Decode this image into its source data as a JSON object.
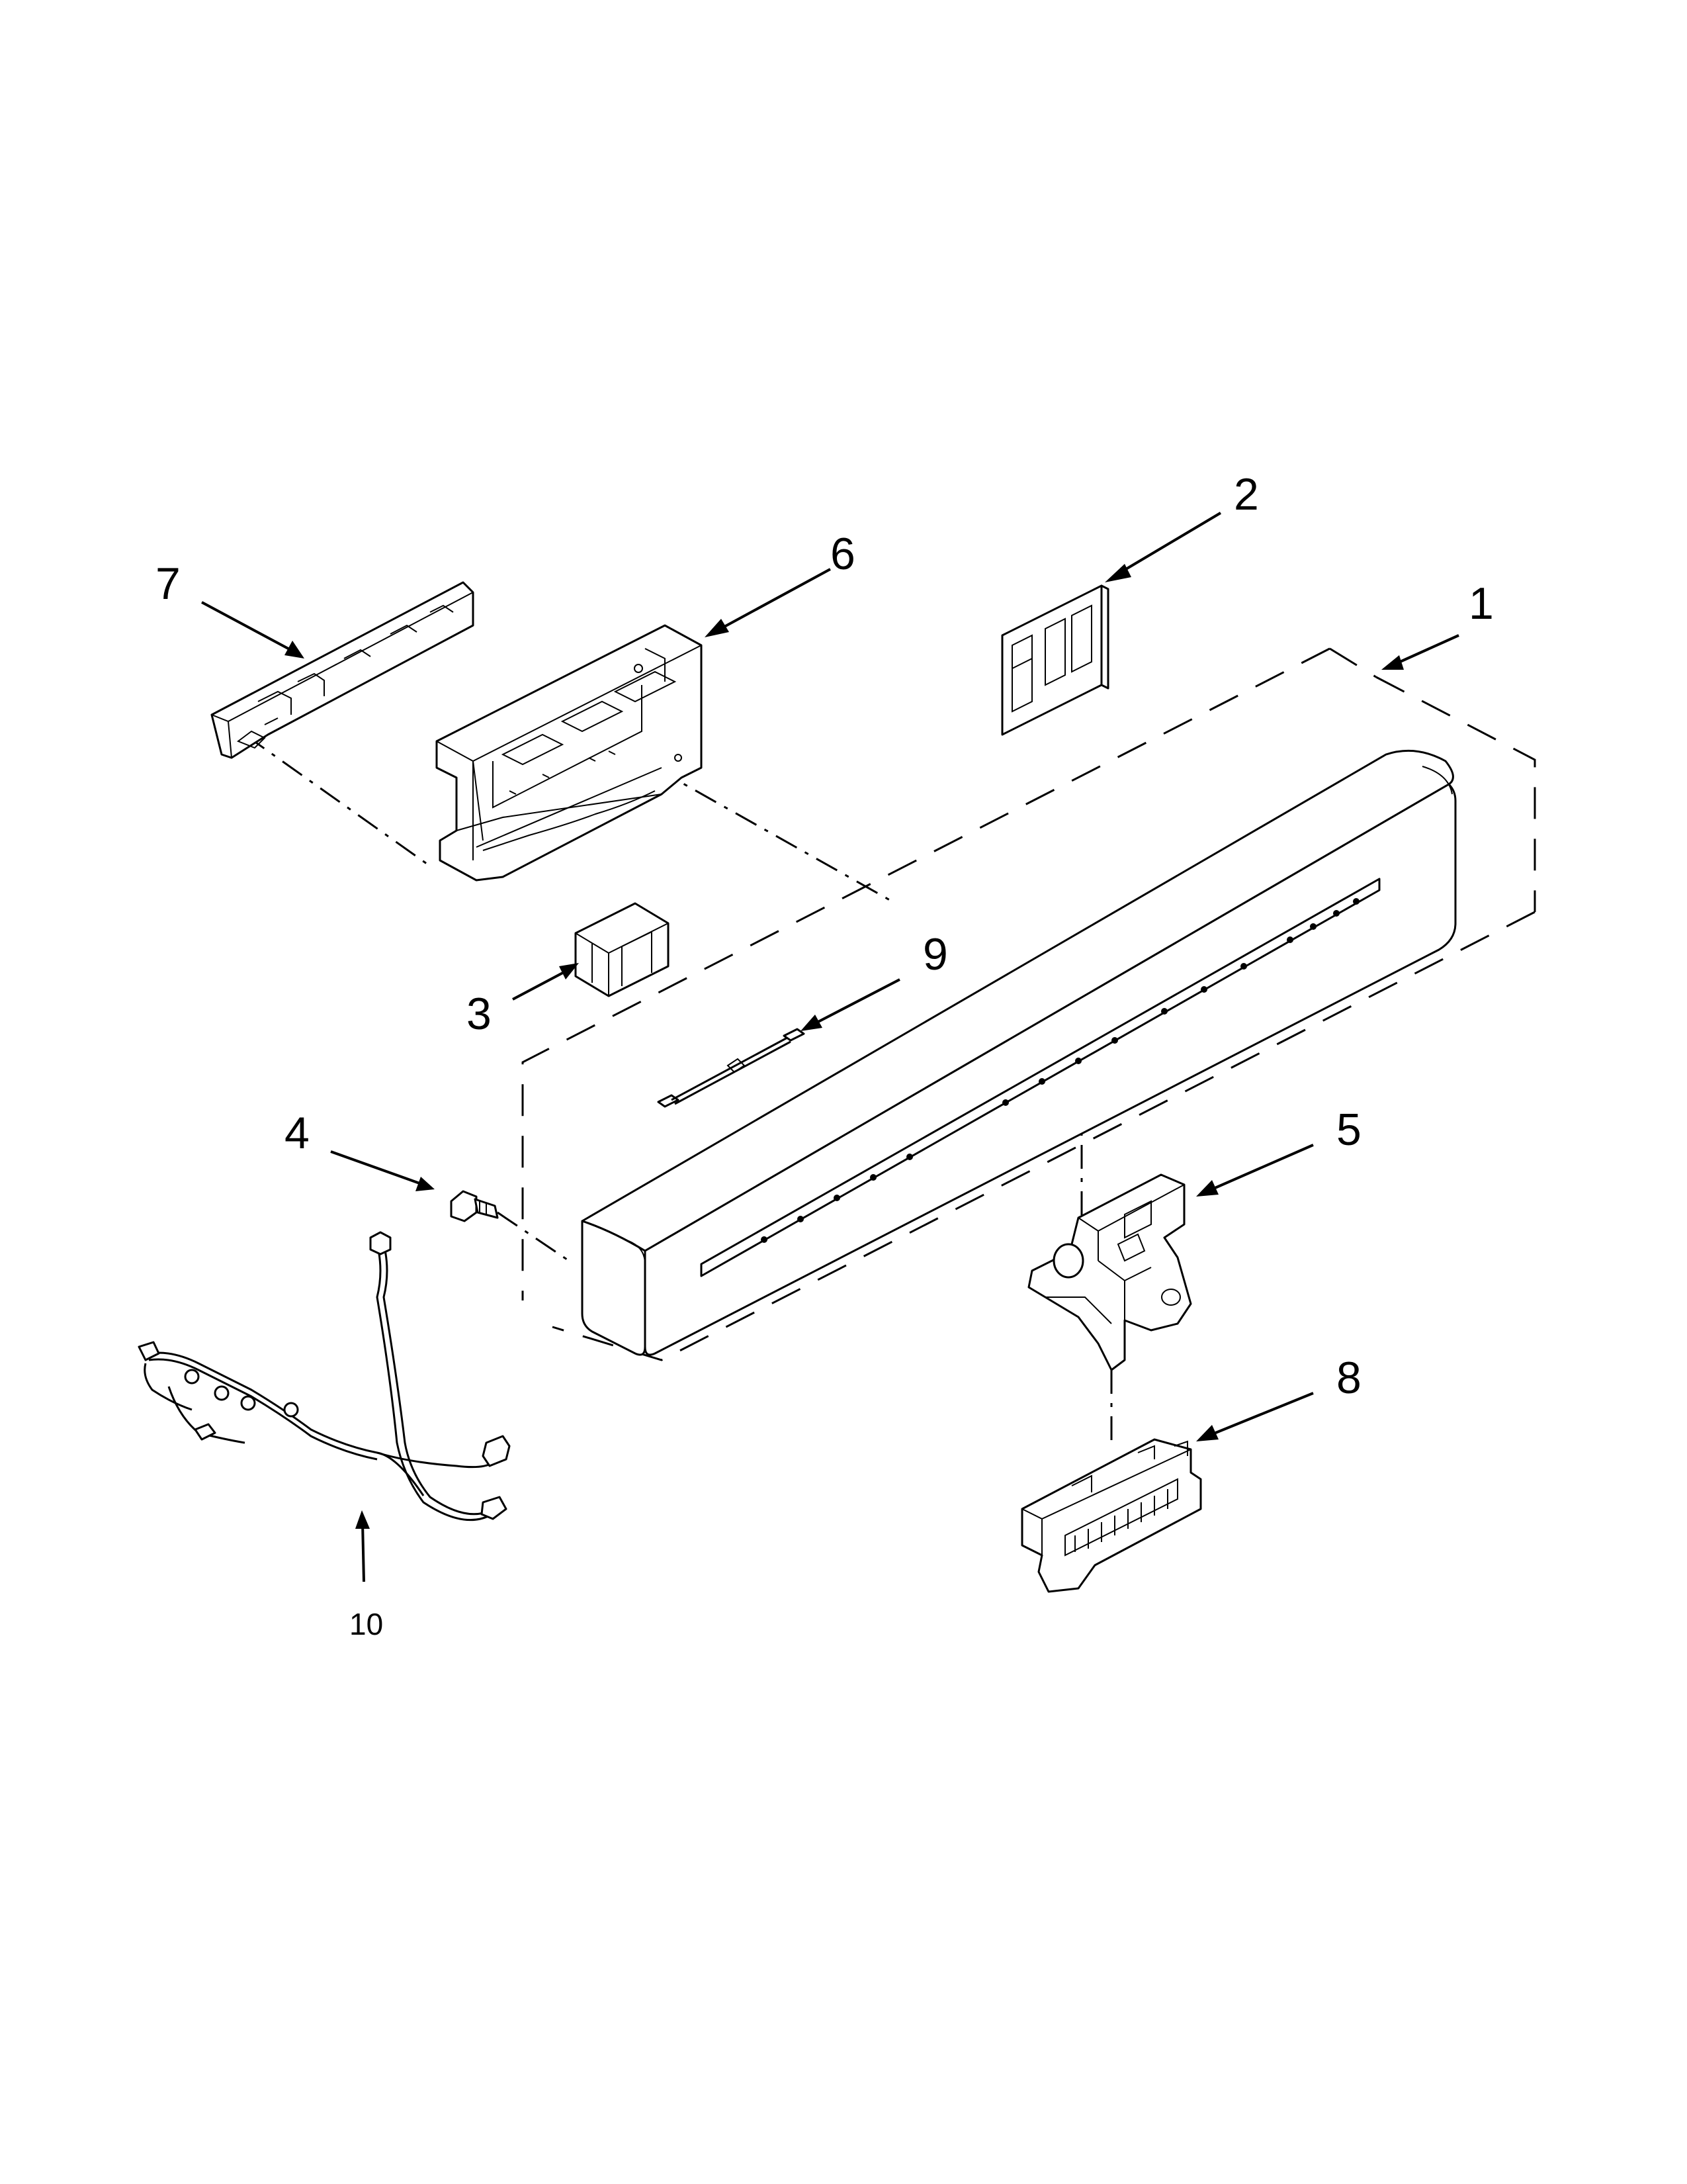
{
  "callouts": {
    "c1": "1",
    "c2": "2",
    "c3": "3",
    "c4": "4",
    "c5": "5",
    "c6": "6",
    "c7": "7",
    "c8": "8",
    "c9": "9",
    "c10": "10"
  },
  "colors": {
    "line": "#000000",
    "background": "#ffffff"
  }
}
